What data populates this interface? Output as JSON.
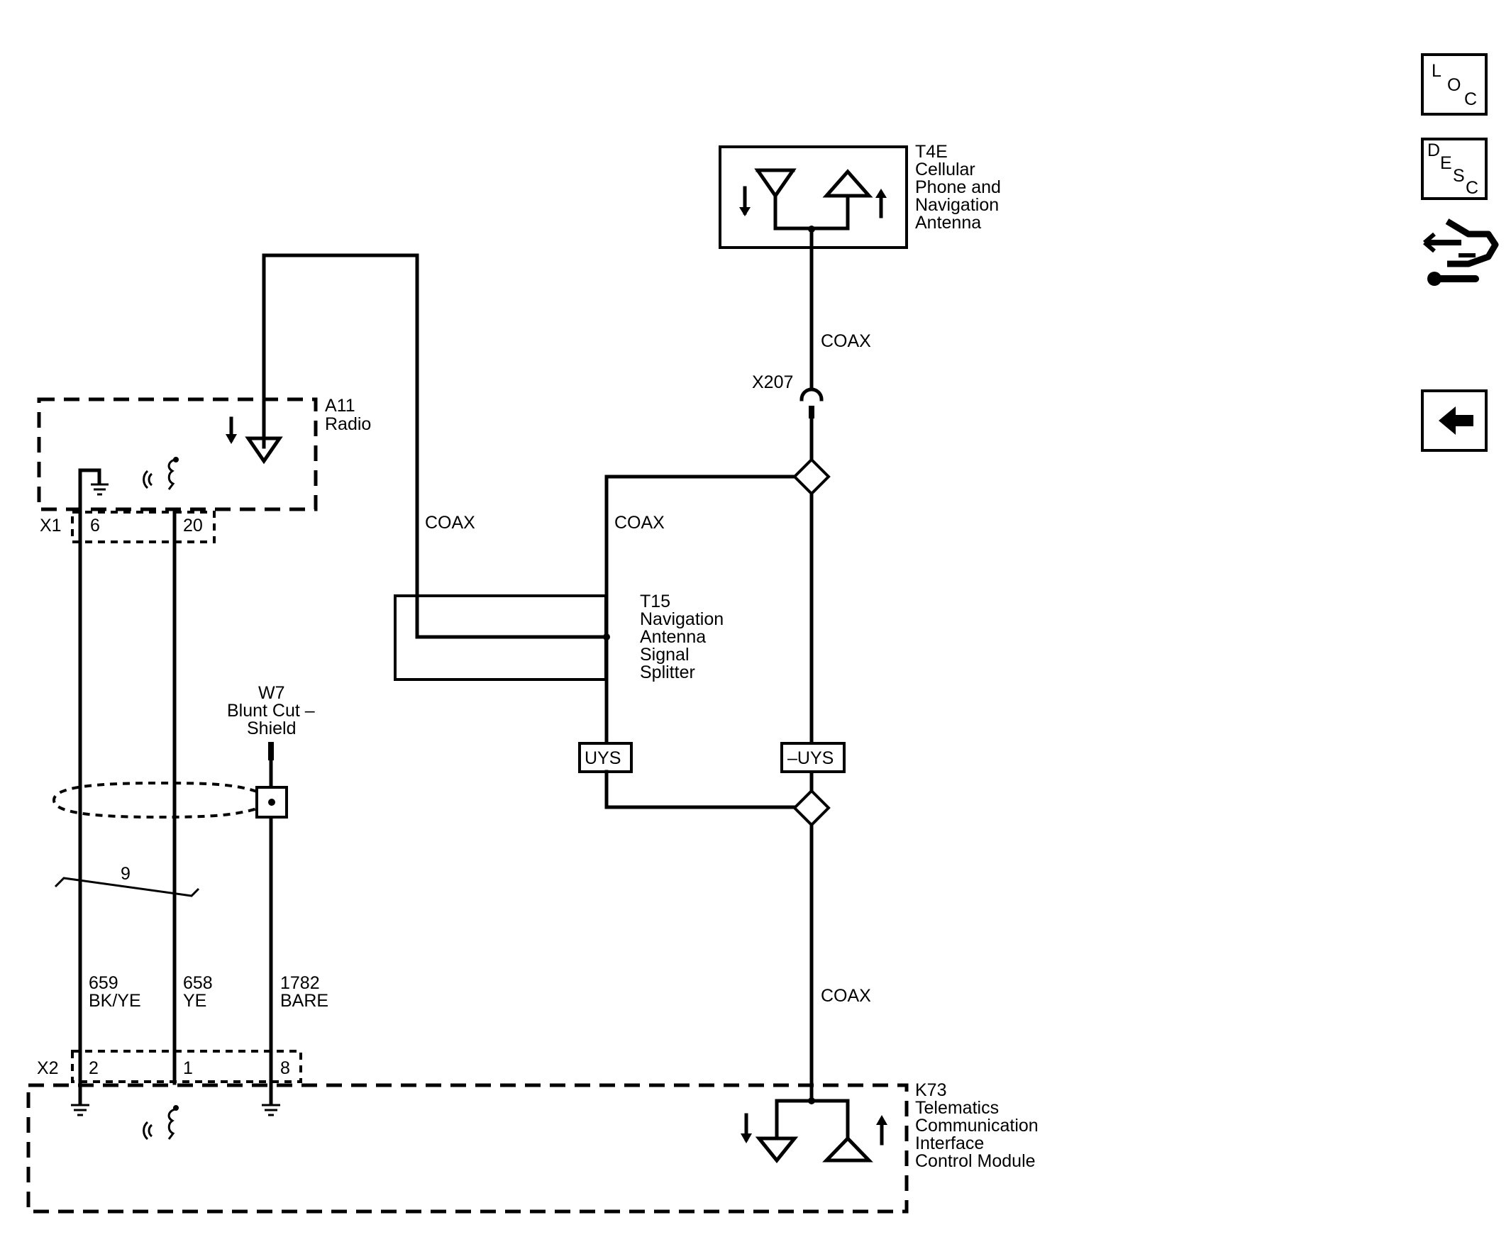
{
  "components": {
    "t4e": {
      "ref": "T4E",
      "lines": [
        "Cellular",
        "Phone and",
        "Navigation",
        "Antenna"
      ]
    },
    "a11": {
      "ref": "A11",
      "lines": [
        "Radio"
      ]
    },
    "t15": {
      "ref": "T15",
      "lines": [
        "Navigation",
        "Antenna",
        "Signal",
        "Splitter"
      ]
    },
    "w7": {
      "ref": "W7",
      "lines": [
        "Blunt Cut –",
        "Shield"
      ]
    },
    "k73": {
      "ref": "K73",
      "lines": [
        "Telematics",
        "Communication",
        "Interface",
        "Control Module"
      ]
    }
  },
  "connectors": {
    "x1": {
      "name": "X1",
      "pins": [
        "6",
        "20"
      ]
    },
    "x2": {
      "name": "X2",
      "pins": [
        "2",
        "1",
        "8"
      ]
    },
    "x207": {
      "name": "X207"
    }
  },
  "wires": [
    {
      "circuit": "659",
      "color": "BK/YE"
    },
    {
      "circuit": "658",
      "color": "YE"
    },
    {
      "circuit": "1782",
      "color": "BARE"
    }
  ],
  "coax_labels": [
    "COAX",
    "COAX",
    "COAX",
    "COAX"
  ],
  "twist_count": "9",
  "option_codes": [
    "UYS",
    "–UYS"
  ],
  "nav_buttons": [
    {
      "top": "L",
      "mid": "O",
      "bot": "C"
    },
    {
      "top": "D",
      "mid": "E",
      "bot": "S",
      "bot2": "C"
    }
  ],
  "icons": [
    "loc-icon",
    "desc-icon",
    "connector-tool-icon",
    "back-arrow-icon"
  ]
}
